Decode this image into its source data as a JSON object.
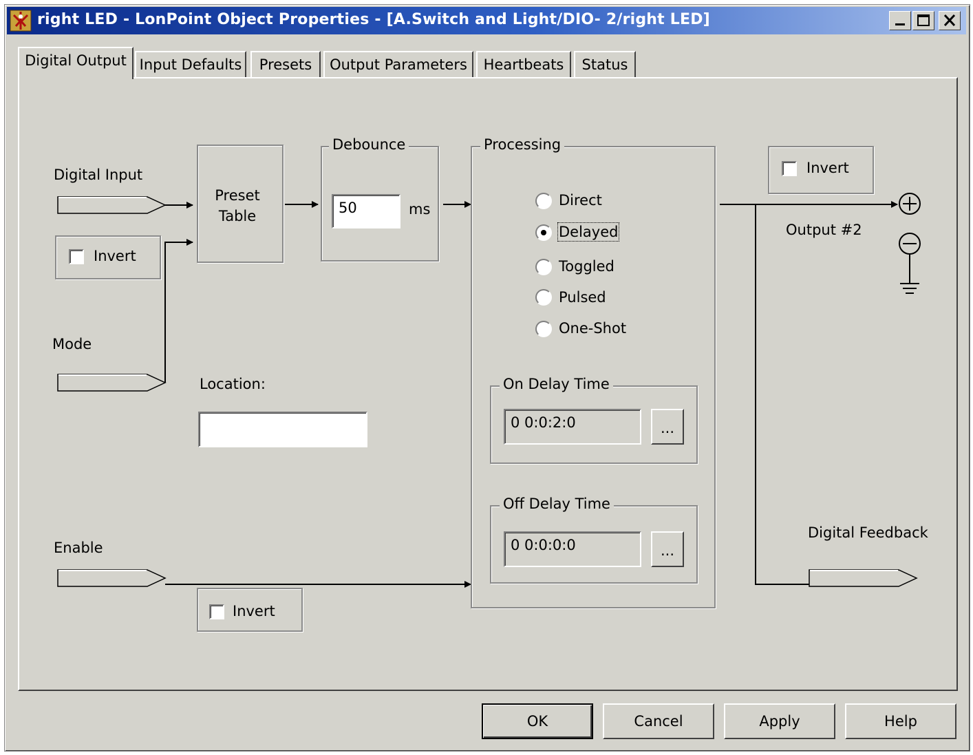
{
  "window": {
    "title": "right LED - LonPoint Object Properties - [A.Switch and Light/DIO- 2/right LED]"
  },
  "tabs": [
    {
      "label": "Digital Output",
      "active": true
    },
    {
      "label": "Input Defaults",
      "active": false
    },
    {
      "label": "Presets",
      "active": false
    },
    {
      "label": "Output Parameters",
      "active": false
    },
    {
      "label": "Heartbeats",
      "active": false
    },
    {
      "label": "Status",
      "active": false
    }
  ],
  "inputs": {
    "digital_input_label": "Digital Input",
    "mode_label": "Mode",
    "enable_label": "Enable",
    "invert_label": "Invert",
    "invert_enable_label": "Invert"
  },
  "preset": {
    "line1": "Preset",
    "line2": "Table"
  },
  "debounce": {
    "title": "Debounce",
    "value": "50",
    "unit": "ms"
  },
  "location": {
    "label": "Location:",
    "value": ""
  },
  "processing": {
    "title": "Processing",
    "options": [
      "Direct",
      "Delayed",
      "Toggled",
      "Pulsed",
      "One-Shot"
    ],
    "selected": "Delayed",
    "on_delay": {
      "title": "On Delay Time",
      "value": "0 0:0:2:0",
      "browse": "..."
    },
    "off_delay": {
      "title": "Off Delay Time",
      "value": "0 0:0:0:0",
      "browse": "..."
    }
  },
  "output": {
    "invert_label": "Invert",
    "name": "Output #2",
    "feedback_label": "Digital Feedback"
  },
  "buttons": {
    "ok": "OK",
    "cancel": "Cancel",
    "apply": "Apply",
    "help": "Help"
  }
}
